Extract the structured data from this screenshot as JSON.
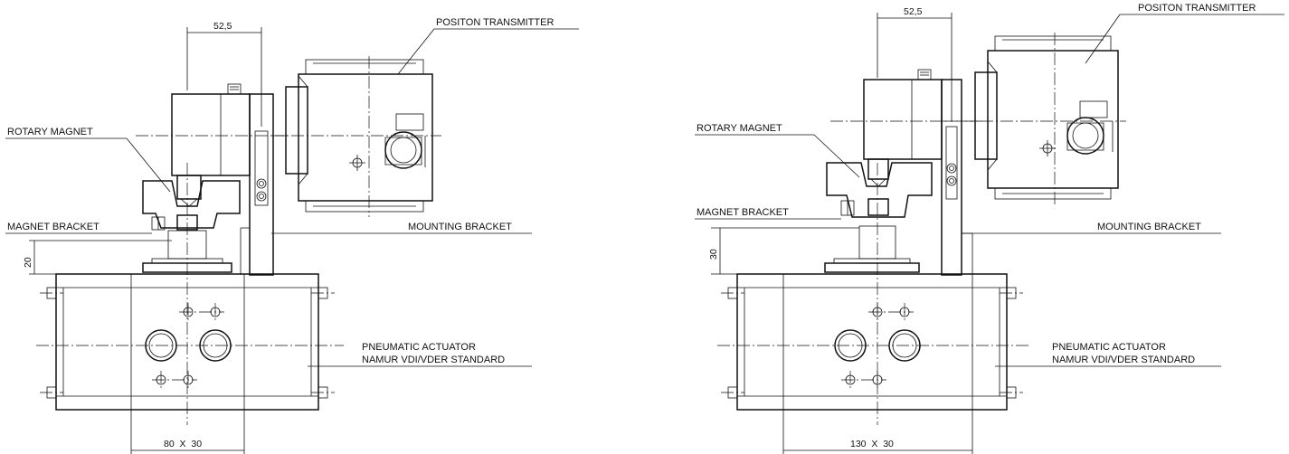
{
  "views": [
    {
      "id": "left",
      "labels": {
        "transmitter": "POSITON TRANSMITTER",
        "rotary_magnet": "ROTARY MAGNET",
        "magnet_bracket": "MAGNET BRACKET",
        "mounting_bracket": "MOUNTING BRACKET",
        "actuator_line1": "PNEUMATIC ACTUATOR",
        "actuator_line2": "NAMUR VDI/VDER STANDARD"
      },
      "dims": {
        "top": "52,5",
        "height": "20",
        "bottom": "80  X  30"
      }
    },
    {
      "id": "right",
      "labels": {
        "transmitter": "POSITON TRANSMITTER",
        "rotary_magnet": "ROTARY MAGNET",
        "magnet_bracket": "MAGNET BRACKET",
        "mounting_bracket": "MOUNTING BRACKET",
        "actuator_line1": "PNEUMATIC ACTUATOR",
        "actuator_line2": "NAMUR VDI/VDER STANDARD"
      },
      "dims": {
        "top": "52,5",
        "height": "30",
        "bottom": "130  X  30"
      }
    }
  ]
}
